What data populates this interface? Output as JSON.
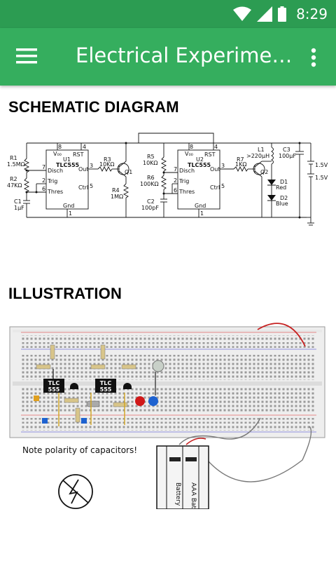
{
  "status_bar": {
    "time": "8:29",
    "icons": [
      "wifi-icon",
      "cell-signal-icon",
      "battery-icon"
    ]
  },
  "app_bar": {
    "title": "Electrical Experiments",
    "menu_icon": "hamburger-menu-icon",
    "overflow_icon": "more-vert-icon"
  },
  "sections": {
    "schematic_title": "SCHEMATIC DIAGRAM",
    "illustration_title": "ILLUSTRATION"
  },
  "schematic": {
    "r1": "R1",
    "r1_val": "1.5MΩ",
    "r2": "R2",
    "r2_val": "47KΩ",
    "c1": "C1",
    "c1_val": "1µF",
    "u1": "U1",
    "u1_chip": "TLC555",
    "u2": "U2",
    "u2_chip": "TLC555",
    "vdd": "V₀₀",
    "rst": "RST",
    "disch": "Disch",
    "trig": "Trig",
    "thres": "Thres",
    "out": "Out",
    "ctrl": "Ctrl",
    "gnd": "Gnd",
    "r3": "R3",
    "r3_val": "10KΩ",
    "r4": "R4",
    "r4_val": "1MΩ",
    "q1": "Q1",
    "r5": "R5",
    "r5_val": "10KΩ",
    "r6": "R6",
    "r6_val": "100KΩ",
    "c2": "C2",
    "c2_val": "100pF",
    "r7": "R7",
    "r7_val": "1KΩ",
    "q2": "Q2",
    "l1": "L1",
    "l1_val": ">220µH",
    "c3": "C3",
    "c3_val": "100µF",
    "d1": "D1",
    "d1_color": "Red",
    "d2": "D2",
    "d2_color": "Blue",
    "batt1": "1.5V",
    "batt2": "1.5V",
    "pins": {
      "p8": "8",
      "p4": "4",
      "p7": "7",
      "p2": "2",
      "p6": "6",
      "p3": "3",
      "p5": "5",
      "p1": "1"
    }
  },
  "illustration": {
    "note": "Note polarity of capacitors!",
    "chip1": "TLC\n555",
    "chip1_l1": "TLC",
    "chip1_l2": "555",
    "chip2_l1": "TLC",
    "chip2_l2": "555",
    "battery_label_1": "Battery",
    "battery_label_2": "AAA Batt"
  }
}
